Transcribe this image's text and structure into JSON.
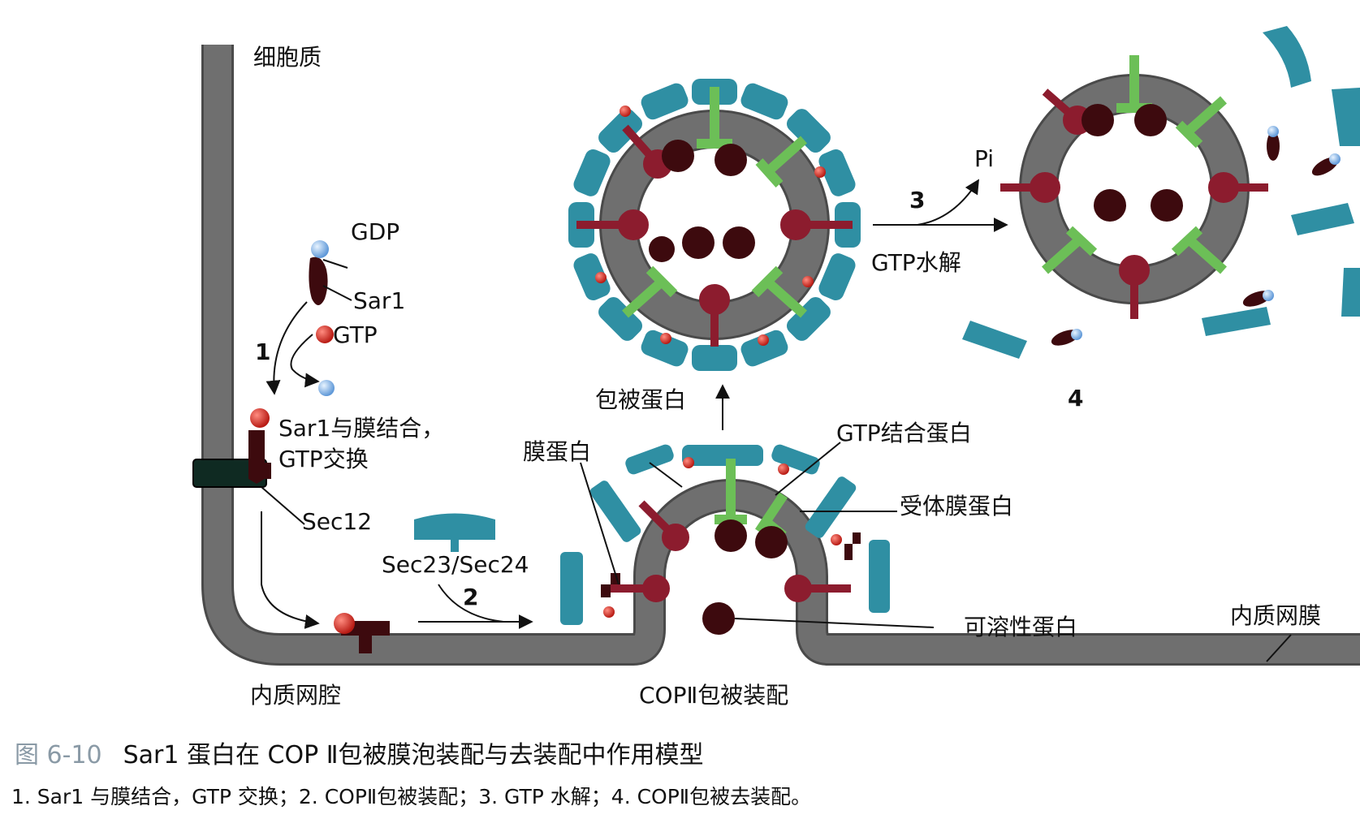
{
  "labels": {
    "cytoplasm": "细胞质",
    "gdp": "GDP",
    "sar1": "Sar1",
    "gtp": "GTP",
    "bind_line1": "Sar1与膜结合，",
    "bind_line2": "GTP交换",
    "sec12": "Sec12",
    "er_lumen": "内质网腔",
    "sec23_24": "Sec23/Sec24",
    "membrane_protein": "膜蛋白",
    "coat_protein": "包被蛋白",
    "gtp_binding_protein": "GTP结合蛋白",
    "receptor_protein": "受体膜蛋白",
    "soluble_protein": "可溶性蛋白",
    "er_membrane": "内质网膜",
    "copii_assembly": "COPⅡ包被装配",
    "pi": "Pi",
    "gtp_hydrolysis": "GTP水解"
  },
  "steps": {
    "s1": "1",
    "s2": "2",
    "s3": "3",
    "s4": "4"
  },
  "caption": {
    "figure_no": "图 6-10",
    "title": "Sar1 蛋白在 COP Ⅱ包被膜泡装配与去装配中作用模型",
    "legend": "1. Sar1 与膜结合，GTP 交换；2. COPⅡ包被装配；3. GTP 水解；4. COPⅡ包被去装配。"
  },
  "colors": {
    "membrane": "#6f6f6f",
    "membrane_edge": "#4a4a4a",
    "coat": "#2f8fa3",
    "receptor": "#6cbf57",
    "protein": "#8c1c2e",
    "cargo": "#3d0a0e",
    "gtp": "#c0201a",
    "gdp": "#78aee6",
    "sec12": "#0f2a22"
  }
}
